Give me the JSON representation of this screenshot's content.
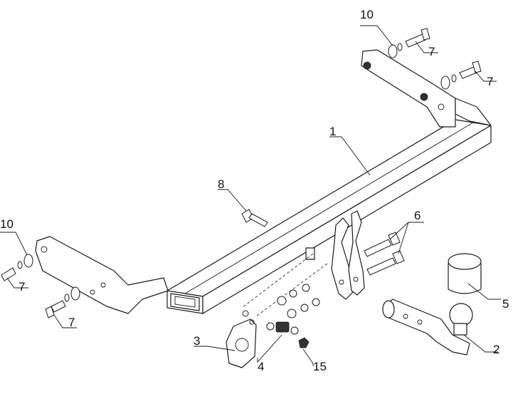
{
  "callouts": {
    "c1": "1",
    "c2": "2",
    "c3": "3",
    "c4": "4",
    "c5": "5",
    "c6": "6",
    "c7a": "7",
    "c7b": "7",
    "c7c": "7",
    "c7d": "7",
    "c8": "8",
    "c10a": "10",
    "c10b": "10",
    "c15": "15"
  }
}
